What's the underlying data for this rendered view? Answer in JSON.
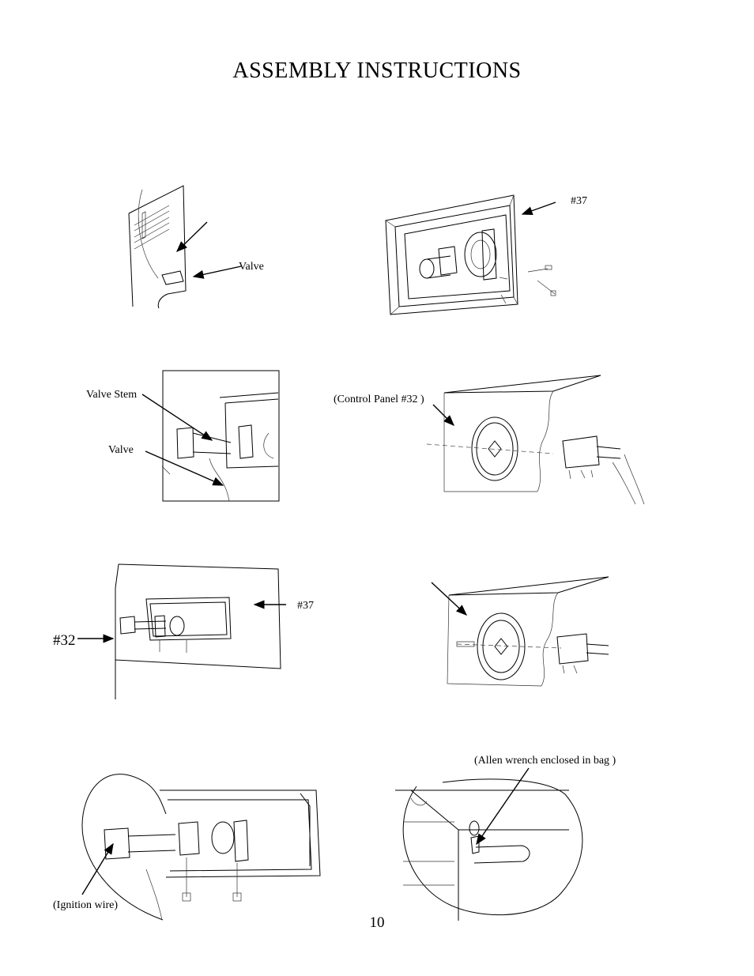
{
  "page": {
    "title": "ASSEMBLY INSTRUCTIONS",
    "page_number": "10"
  },
  "labels": {
    "valve_1": "Valve",
    "part_37_a": "#37",
    "valve_stem": "Valve Stem",
    "valve_2": "Valve",
    "control_panel": "(Control Panel #32 )",
    "part_37_b": "#37",
    "part_32": "#32",
    "allen_wrench": "(Allen wrench enclosed in bag )",
    "ignition_wire": "(Ignition wire)"
  }
}
